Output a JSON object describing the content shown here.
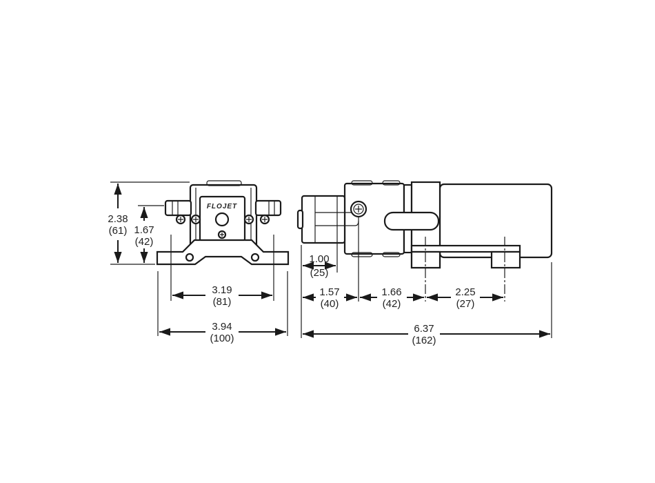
{
  "brand_logo": "FLOJET",
  "end_view": {
    "height_total": {
      "in": "2.38",
      "mm": "(61)"
    },
    "port_height": {
      "in": "1.67",
      "mm": "(42)"
    },
    "mount_hole_spacing": {
      "in": "3.19",
      "mm": "(81)"
    },
    "base_width": {
      "in": "3.94",
      "mm": "(100)"
    }
  },
  "side_view": {
    "front_cap": {
      "in": "1.00",
      "mm": "(25)"
    },
    "to_port": {
      "in": "1.57",
      "mm": "(40)"
    },
    "port_to_mount": {
      "in": "1.66",
      "mm": "(42)"
    },
    "mount_spacing": {
      "in": "2.25",
      "mm": "(27)"
    },
    "overall_length": {
      "in": "6.37",
      "mm": "(162)"
    }
  }
}
